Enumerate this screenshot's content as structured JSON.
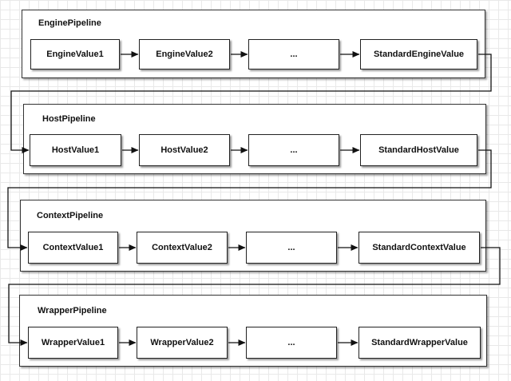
{
  "pipelines": [
    {
      "title": "EnginePipeline",
      "valves": [
        "EngineValue1",
        "EngineValue2",
        "...",
        "StandardEngineValue"
      ]
    },
    {
      "title": "HostPipeline",
      "valves": [
        "HostValue1",
        "HostValue2",
        "...",
        "StandardHostValue"
      ]
    },
    {
      "title": "ContextPipeline",
      "valves": [
        "ContextValue1",
        "ContextValue2",
        "...",
        "StandardContextValue"
      ]
    },
    {
      "title": "WrapperPipeline",
      "valves": [
        "WrapperValue1",
        "WrapperValue2",
        "...",
        "StandardWrapperValue"
      ]
    }
  ]
}
